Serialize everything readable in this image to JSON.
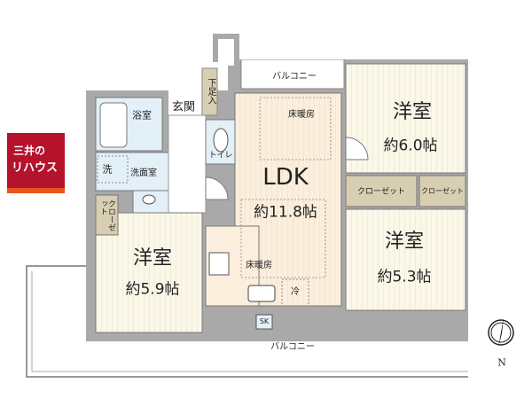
{
  "logo": {
    "line1": "三井の",
    "line2": "リハウス",
    "color": "#b5122b",
    "accent": "#e8561e"
  },
  "rooms": {
    "bath": "浴室",
    "entrance": "玄関",
    "shoe_storage": "下足入",
    "toilet": "トイレ",
    "washer": "洗",
    "washroom": "洗面室",
    "ldk": {
      "name": "LDK",
      "area": "約11.8帖",
      "floor_heating": "床暖房",
      "floor_heating_kitchen": "床暖房",
      "fridge": "冷",
      "sink": "SK"
    },
    "western_a": {
      "name": "洋室",
      "area": "約6.0帖"
    },
    "western_b": {
      "name": "洋室",
      "area": "約5.3帖"
    },
    "western_c": {
      "name": "洋室",
      "area": "約5.9帖"
    },
    "closet_a": "クローゼット",
    "closet_b": "クローゼット",
    "closet_c": "クローゼット"
  },
  "balcony_top": "バルコニー",
  "balcony_bottom": "バルコニー",
  "compass": {
    "label": "N"
  },
  "colors": {
    "wall": "#a9a9a9",
    "western": "#fbf8ea",
    "ldk": "#fbeedd",
    "wet": "#e3f0f8",
    "storage": "#d8ceb2",
    "logo": "#b5122b"
  }
}
